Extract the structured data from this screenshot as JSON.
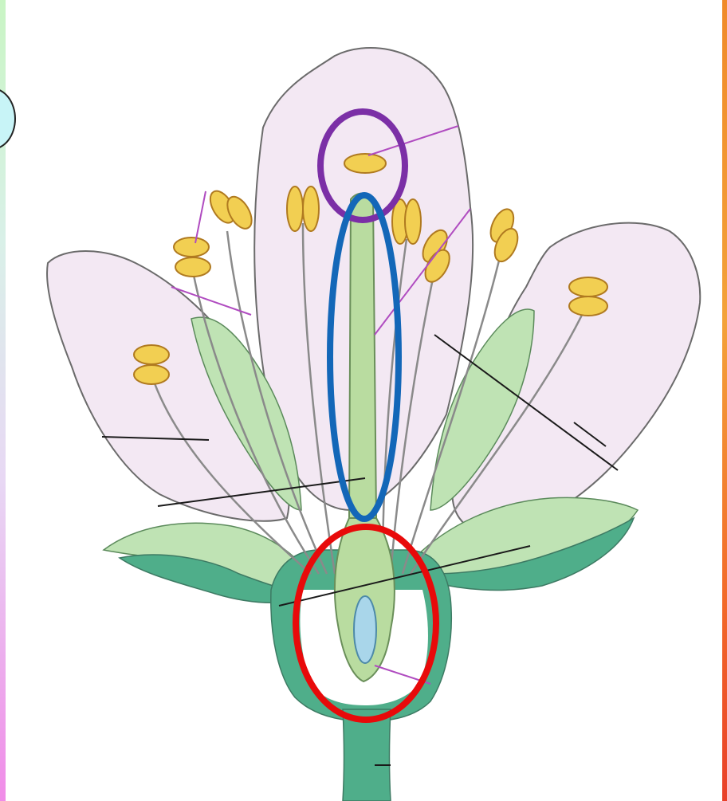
{
  "diagram": {
    "subject": "flower-longitudinal-section",
    "colors": {
      "petal": "#f3e8f3",
      "petal_outline": "#6b6b6b",
      "sepal": "#bfe3b4",
      "sepal_dark": "#4fae8a",
      "anther": "#f2cf52",
      "anther_outline": "#b07a20",
      "filament": "#8a8a8a",
      "pistil": "#b9dca0",
      "ovule": "#a9d6ea",
      "stigma_highlight": "#7b2fa6",
      "style_highlight": "#1367b8",
      "ovary_highlight": "#e80a0a",
      "leader_line_black": "#1a1a1a",
      "leader_line_purple": "#b04cc0"
    },
    "highlights": [
      {
        "name": "stigma",
        "color": "#7b2fa6"
      },
      {
        "name": "style",
        "color": "#1367b8"
      },
      {
        "name": "ovary",
        "color": "#e80a0a"
      }
    ]
  }
}
